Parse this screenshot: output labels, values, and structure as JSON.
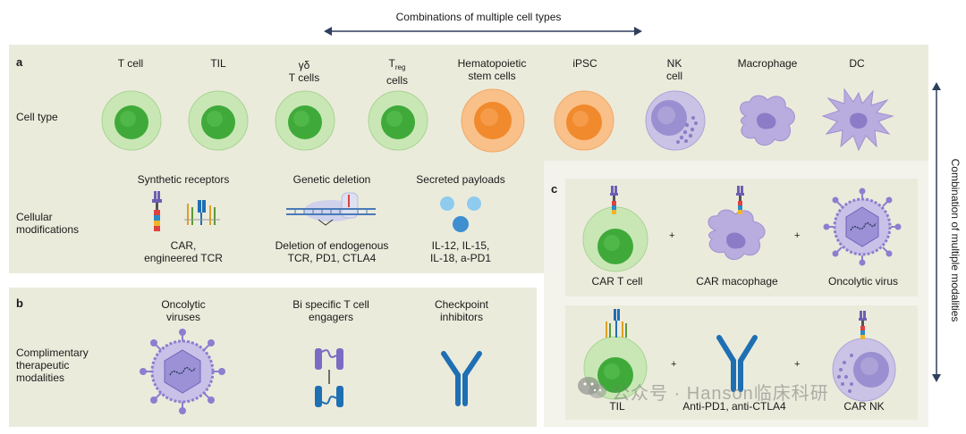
{
  "top_header": "Combinations of multiple cell types",
  "right_header": "Combination of multiple modalities",
  "panel_a": {
    "label": "a",
    "row_cell_type": "Cell type",
    "row_modifications": "Cellular\nmodifications",
    "cells": [
      {
        "name": "T cell"
      },
      {
        "name": "TIL"
      },
      {
        "name": "γδ\nT cells"
      },
      {
        "name_main": "T",
        "name_sub": "reg",
        "name_line2": "cells"
      },
      {
        "name": "Hematopoietic\nstem cells"
      },
      {
        "name": "iPSC"
      },
      {
        "name": "NK\ncell"
      },
      {
        "name": "Macrophage"
      },
      {
        "name": "DC"
      }
    ],
    "modifications": [
      {
        "title": "Synthetic receptors",
        "caption": "CAR,\nengineered TCR"
      },
      {
        "title": "Genetic deletion",
        "caption": "Deletion of endogenous\nTCR, PD1, CTLA4"
      },
      {
        "title": "Secreted payloads",
        "caption": "IL-12, IL-15,\nIL-18, a-PD1"
      }
    ]
  },
  "panel_b": {
    "label": "b",
    "row_label": "Complimentary\ntherapeutic\nmodalities",
    "items": [
      {
        "title": "Oncolytic\nviruses"
      },
      {
        "title": "Bi specific T cell\nengagers"
      },
      {
        "title": "Checkpoint\ninhibitors"
      }
    ]
  },
  "panel_c": {
    "label": "c",
    "row1": [
      "CAR T cell",
      "CAR macophage",
      "Oncolytic virus"
    ],
    "row2": [
      "TIL",
      "Anti-PD1, anti-CTLA4",
      "CAR NK"
    ],
    "plus": "+"
  },
  "watermark": "公众号 · Hanson临床科研",
  "colors": {
    "panel_bg": "#ebebdc",
    "tcell_outer": "#c9e7b5",
    "tcell_nucleus": "#3faa3a",
    "stem_outer": "#f9c08a",
    "stem_nucleus": "#f08a2c",
    "nk_outer": "#cbc3e6",
    "nk_nucleus": "#9a8fd0",
    "arrow": "#2e3f5e",
    "antibody": "#1f6fb3",
    "virus": "#8b7fcf"
  }
}
